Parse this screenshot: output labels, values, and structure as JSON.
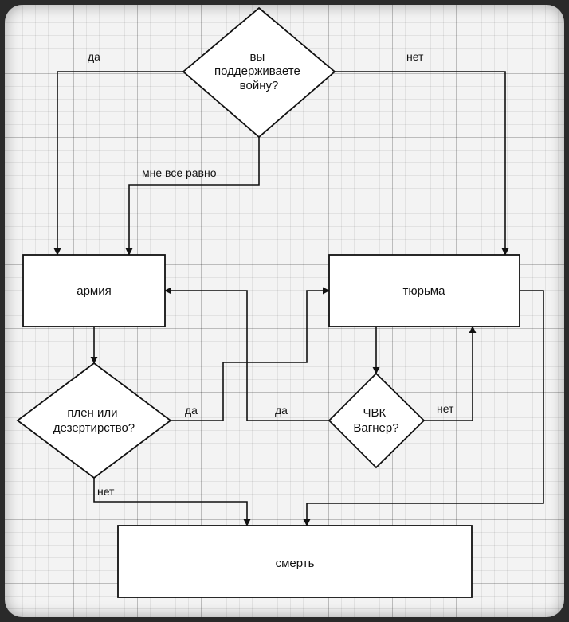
{
  "diagram": {
    "nodes": {
      "q_war": {
        "lines": [
          "вы",
          "поддерживаете",
          "войну?"
        ]
      },
      "army": {
        "lines": [
          "армия"
        ]
      },
      "prison": {
        "lines": [
          "тюрьма"
        ]
      },
      "q_capture": {
        "lines": [
          "плен или",
          "дезертирство?"
        ]
      },
      "q_wagner": {
        "lines": [
          "ЧВК",
          "Вагнер?"
        ]
      },
      "death": {
        "lines": [
          "смерть"
        ]
      }
    },
    "edges": {
      "war_yes": {
        "label": "да"
      },
      "war_no": {
        "label": "нет"
      },
      "war_dontcare": {
        "label": "мне все равно"
      },
      "capture_yes": {
        "label": "да"
      },
      "capture_no": {
        "label": "нет"
      },
      "wagner_yes": {
        "label": "да"
      },
      "wagner_no": {
        "label": "нет"
      }
    },
    "colors": {
      "stroke": "#111111",
      "fill": "#ffffff"
    }
  }
}
